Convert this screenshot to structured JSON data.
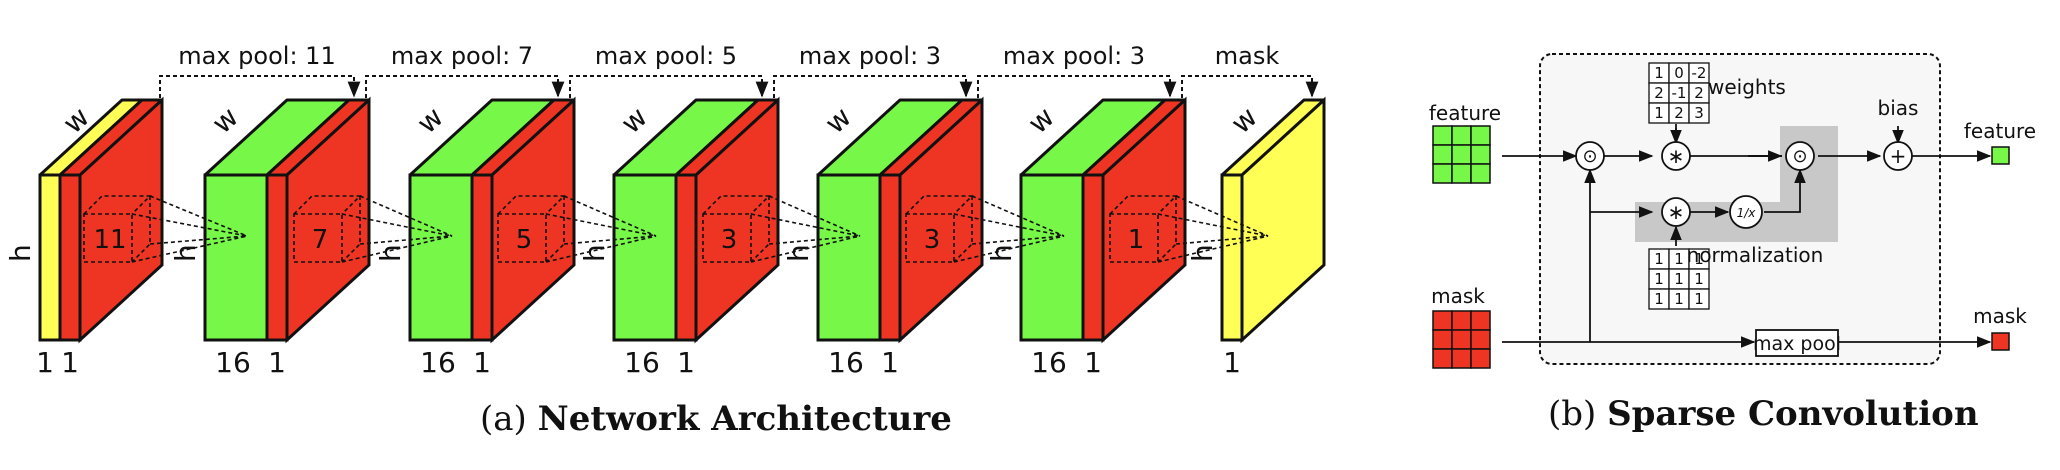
{
  "architecture": {
    "pool_labels": [
      "max pool: 11",
      "max pool: 7",
      "max pool: 5",
      "max pool: 3",
      "max pool: 3",
      "mask"
    ],
    "kernel_labels": [
      "11",
      "7",
      "5",
      "3",
      "3",
      "1"
    ],
    "width_label": "w",
    "height_label": "h",
    "input_channels": [
      "1",
      "1"
    ],
    "hidden_channels": [
      "16",
      "1"
    ],
    "output_channels": "1",
    "caption_prefix": "(a) ",
    "caption_title": "Network Architecture"
  },
  "sparse_conv": {
    "feature_in": "feature",
    "feature_out": "feature",
    "mask_in": "mask",
    "mask_out": "mask",
    "weights_label": "weights",
    "bias_label": "bias",
    "normalization_label": "normalization",
    "maxpool_label": "max pool",
    "weights_matrix": [
      [
        "1",
        "0",
        "-2"
      ],
      [
        "2",
        "-1",
        "2"
      ],
      [
        "1",
        "2",
        "3"
      ]
    ],
    "ones_matrix": [
      [
        "1",
        "1",
        "1"
      ],
      [
        "1",
        "1",
        "1"
      ],
      [
        "1",
        "1",
        "1"
      ]
    ],
    "op_odot": "⊙",
    "op_conv": "∗",
    "op_plus": "+",
    "op_recip": "1/x",
    "caption_prefix": "(b) ",
    "caption_title": "Sparse Convolution"
  },
  "colors": {
    "red": "#ee3524",
    "green": "#77f748",
    "yellow": "#ffff55",
    "panel": "#f7f7f7",
    "norm_bg": "#c8c8c8"
  }
}
